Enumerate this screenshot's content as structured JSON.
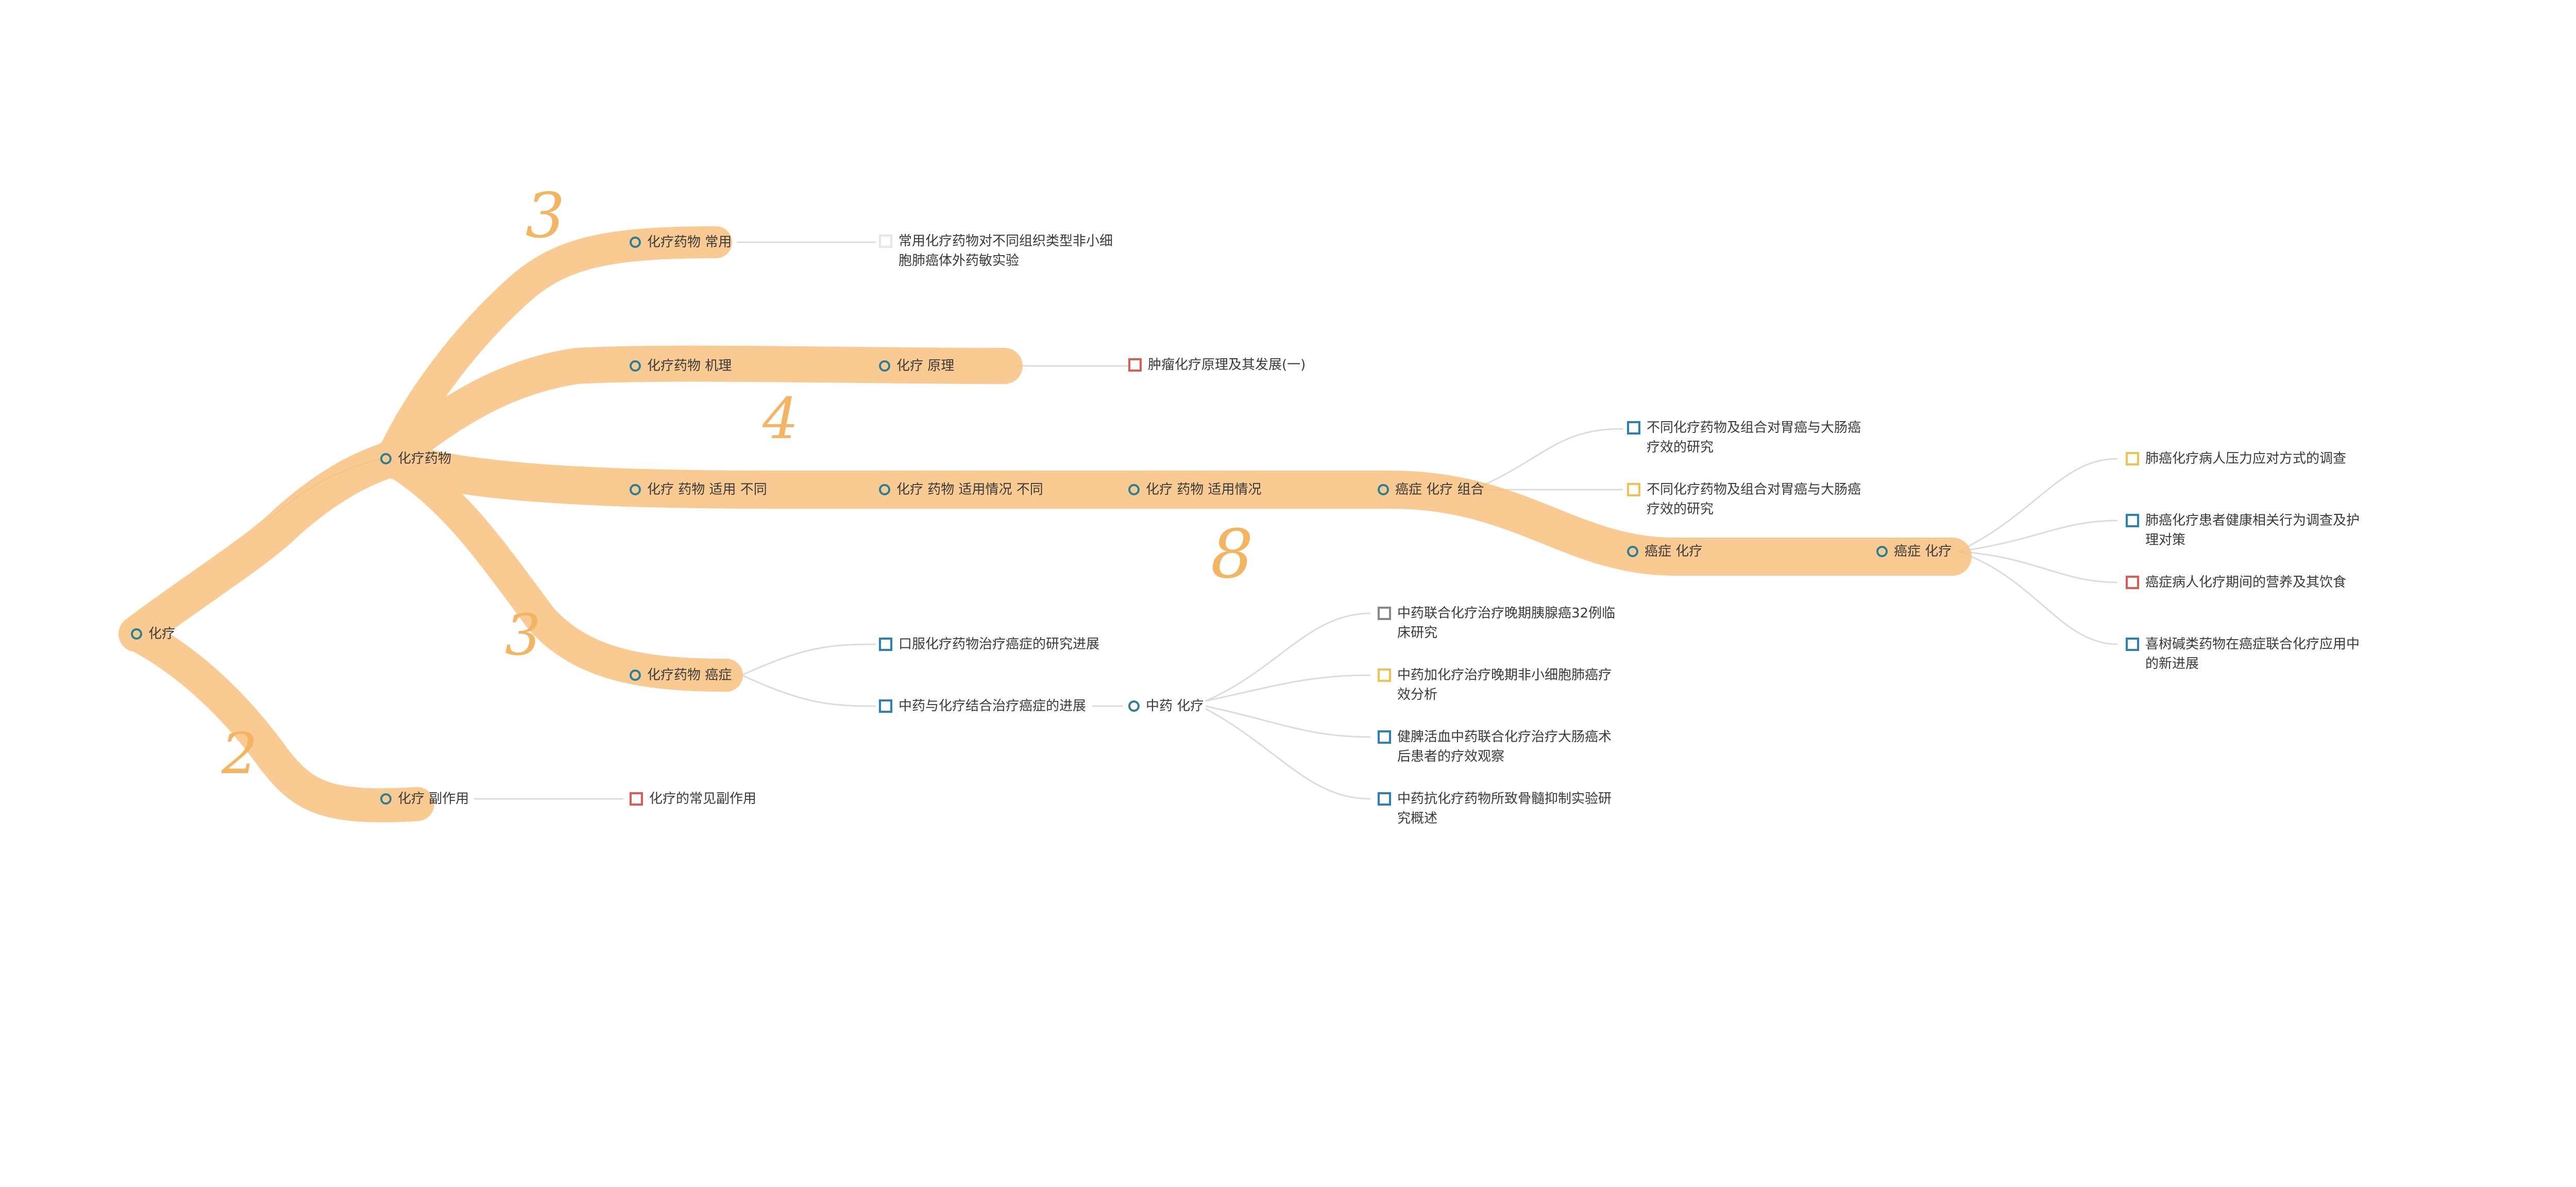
{
  "colors": {
    "highlight": "#f8c27f",
    "node_circle": "#2f7f93",
    "connector": "#dcdcdc",
    "annotation": "#f3b562",
    "blue": "#2a7fbf",
    "yellow": "#f2c14e",
    "red": "#e05a4f",
    "gray": "#888888",
    "empty": "#e6e6e6"
  },
  "nodes": {
    "root": {
      "label": "化疗",
      "icon": "circle-icon"
    },
    "drug": {
      "label": "化疗药物",
      "icon": "circle-icon"
    },
    "drug_common": {
      "label": "化疗药物 常用",
      "icon": "circle-icon"
    },
    "drug_mech": {
      "label": "化疗药物 机理",
      "icon": "circle-icon"
    },
    "principle": {
      "label": "化疗 原理",
      "icon": "circle-icon"
    },
    "drug_apply_diff": {
      "label": "化疗 药物 适用 不同",
      "icon": "circle-icon"
    },
    "apply_cond_diff": {
      "label": "化疗 药物 适用情况 不同",
      "icon": "circle-icon"
    },
    "apply_cond": {
      "label": "化疗 药物 适用情况",
      "icon": "circle-icon"
    },
    "cancer_combo": {
      "label": "癌症 化疗 组合",
      "icon": "circle-icon"
    },
    "cancer_chemo_1": {
      "label": "癌症 化疗",
      "icon": "circle-icon"
    },
    "cancer_chemo_2": {
      "label": "癌症 化疗",
      "icon": "circle-icon"
    },
    "drug_cancer": {
      "label": "化疗药物 癌症",
      "icon": "circle-icon"
    },
    "tcm_chemo": {
      "label": "中药 化疗",
      "icon": "circle-icon"
    },
    "side_effect": {
      "label": "化疗 副作用",
      "icon": "circle-icon"
    }
  },
  "leaves": {
    "l_common": {
      "text": "常用化疗药物对不同组织类型非小细\n胞肺癌体外药敏实验",
      "color": "empty"
    },
    "l_principle": {
      "text": "肿瘤化疗原理及其发展(一)",
      "color": "red"
    },
    "l_combo1": {
      "text": "不同化疗药物及组合对胃癌与大肠癌\n疗效的研究",
      "color": "blue"
    },
    "l_combo2": {
      "text": "不同化疗药物及组合对胃癌与大肠癌\n疗效的研究",
      "color": "yellow"
    },
    "l_c1": {
      "text": "肺癌化疗病人压力应对方式的调查",
      "color": "yellow"
    },
    "l_c2": {
      "text": "肺癌化疗患者健康相关行为调查及护\n理对策",
      "color": "blue"
    },
    "l_c3": {
      "text": "癌症病人化疗期间的营养及其饮食",
      "color": "red"
    },
    "l_c4": {
      "text": "喜树碱类药物在癌症联合化疗应用中\n的新进展",
      "color": "blue"
    },
    "l_oral": {
      "text": "口服化疗药物治疗癌症的研究进展",
      "color": "blue"
    },
    "l_tcm_combo": {
      "text": "中药与化疗结合治疗癌症的进展",
      "color": "blue"
    },
    "l_t1": {
      "text": "中药联合化疗治疗晚期胰腺癌32例临\n床研究",
      "color": "gray"
    },
    "l_t2": {
      "text": "中药加化疗治疗晚期非小细胞肺癌疗\n效分析",
      "color": "yellow"
    },
    "l_t3": {
      "text": "健脾活血中药联合化疗治疗大肠癌术\n后患者的疗效观察",
      "color": "blue"
    },
    "l_t4": {
      "text": "中药抗化疗药物所致骨髓抑制实验研\n究概述",
      "color": "blue"
    },
    "l_side": {
      "text": "化疗的常见副作用",
      "color": "red"
    }
  },
  "annotations": {
    "a_common": "3",
    "a_mech": "4",
    "a_apply": "8",
    "a_cancer": "3",
    "a_side": "2"
  }
}
